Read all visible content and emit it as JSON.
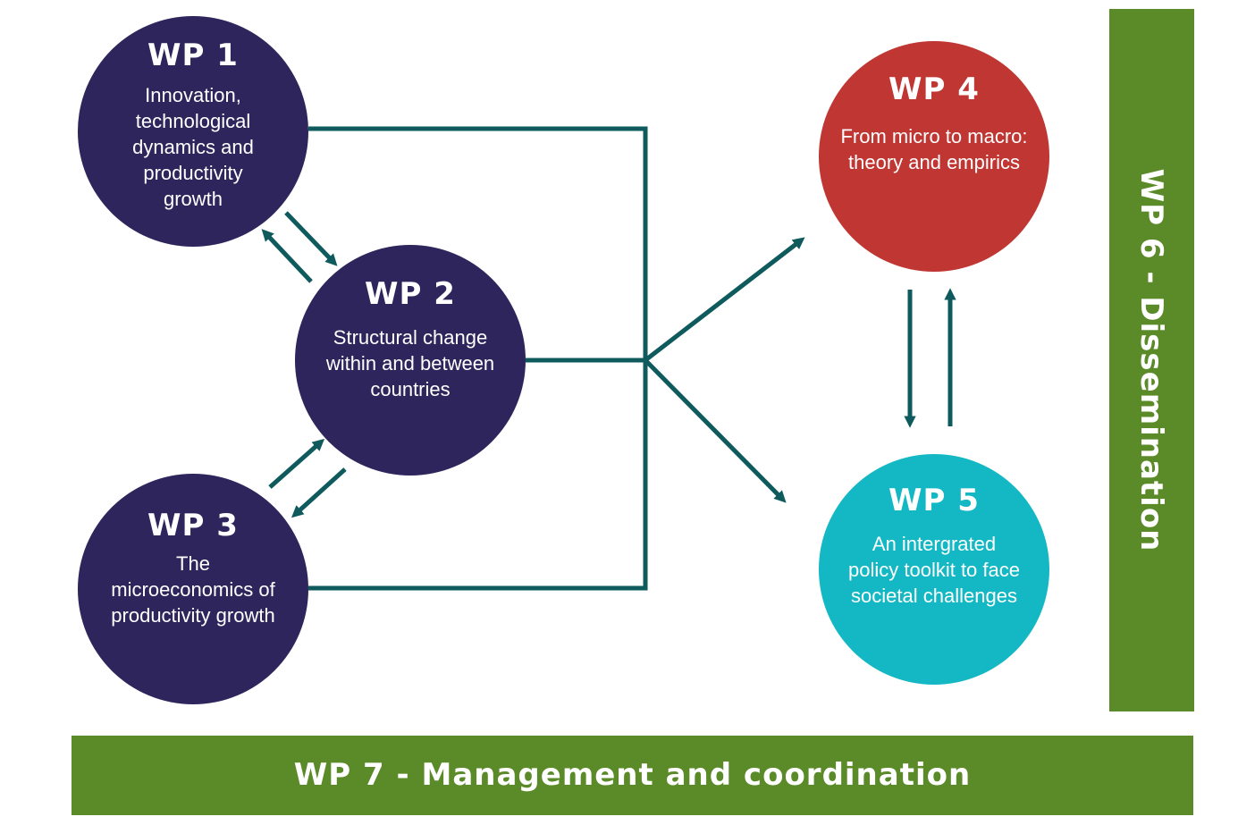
{
  "colors": {
    "navy": "#2d255b",
    "red": "#bf3632",
    "teal": "#13b8c4",
    "green": "#5b8a28",
    "arrow": "#0e5a5c"
  },
  "nodes": {
    "wp1": {
      "title": "WP 1",
      "desc": "Innovation, technological dynamics and productivity growth"
    },
    "wp2": {
      "title": "WP 2",
      "desc": "Structural change within and between countries"
    },
    "wp3": {
      "title": "WP 3",
      "desc": "The microeconomics of productivity growth"
    },
    "wp4": {
      "title": "WP 4",
      "desc": "From micro to macro: theory and empirics"
    },
    "wp5": {
      "title": "WP 5",
      "desc": "An intergrated policy toolkit to face societal challenges"
    }
  },
  "bars": {
    "wp6": "WP 6 - Dissemination",
    "wp7": "WP 7 - Management and coordination"
  }
}
